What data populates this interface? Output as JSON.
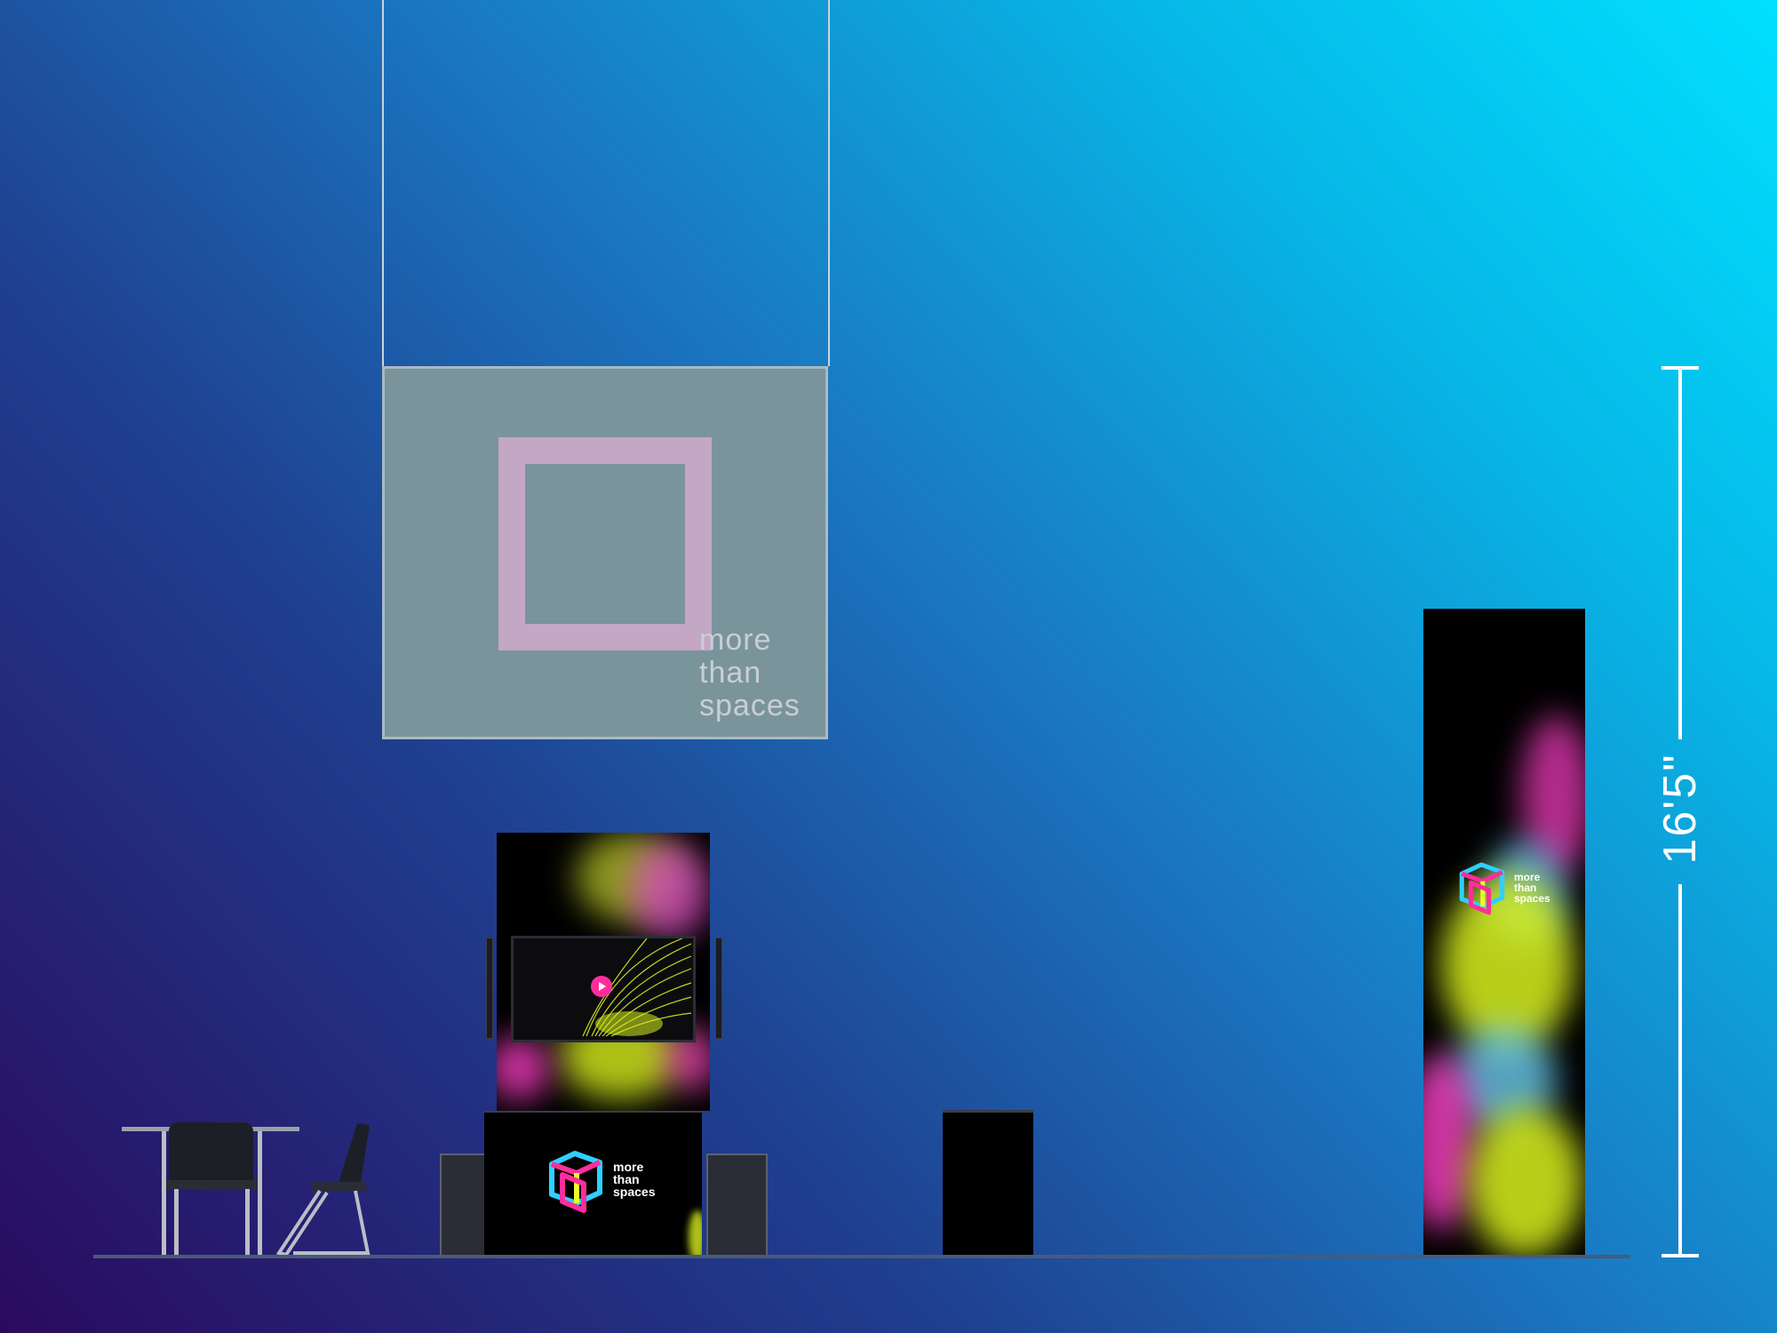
{
  "hanging_sign": {
    "wordmark": "more\nthan\nspaces"
  },
  "counter": {
    "wordmark": "more\nthan\nspaces"
  },
  "tall_tower": {
    "wordmark": "more\nthan\nspaces"
  },
  "dimension": {
    "height_label": "16'5\""
  },
  "icons": {
    "play": "play-icon",
    "logo": "impossible-cube-logo"
  },
  "colors": {
    "logo_pink": "#ff2d9b",
    "logo_cyan": "#2ed0ff",
    "logo_yellow": "#e8ff2a",
    "smoke_yellow": "#d9f21e",
    "smoke_pink": "#ff3fc8",
    "smoke_cyan": "#6fd6ff"
  }
}
